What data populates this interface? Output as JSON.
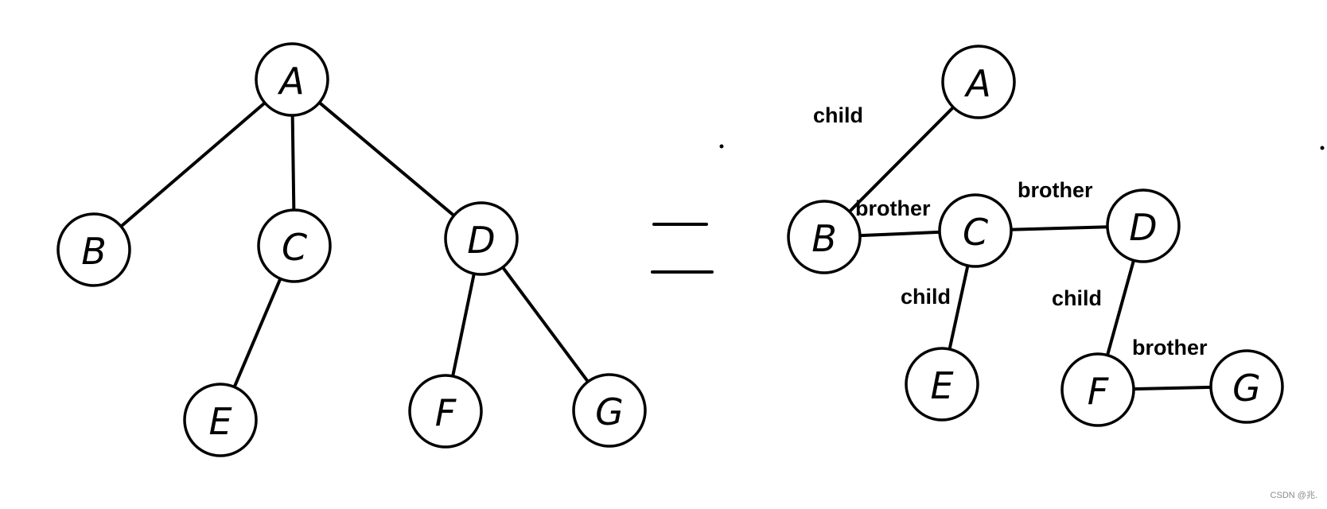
{
  "left_tree": {
    "nodes": [
      {
        "id": "A",
        "label": "A"
      },
      {
        "id": "B",
        "label": "B"
      },
      {
        "id": "C",
        "label": "C"
      },
      {
        "id": "D",
        "label": "D"
      },
      {
        "id": "E",
        "label": "E"
      },
      {
        "id": "F",
        "label": "F"
      },
      {
        "id": "G",
        "label": "G"
      }
    ],
    "edges": [
      {
        "from": "A",
        "to": "B"
      },
      {
        "from": "A",
        "to": "C"
      },
      {
        "from": "A",
        "to": "D"
      },
      {
        "from": "C",
        "to": "E"
      },
      {
        "from": "D",
        "to": "F"
      },
      {
        "from": "D",
        "to": "G"
      }
    ]
  },
  "equals_sign": "=",
  "right_tree": {
    "nodes": [
      {
        "id": "A",
        "label": "A"
      },
      {
        "id": "B",
        "label": "B"
      },
      {
        "id": "C",
        "label": "C"
      },
      {
        "id": "D",
        "label": "D"
      },
      {
        "id": "E",
        "label": "E"
      },
      {
        "id": "F",
        "label": "F"
      },
      {
        "id": "G",
        "label": "G"
      }
    ],
    "edges": [
      {
        "from": "A",
        "to": "B",
        "relation": "child"
      },
      {
        "from": "B",
        "to": "C",
        "relation": "brother"
      },
      {
        "from": "C",
        "to": "D",
        "relation": "brother"
      },
      {
        "from": "C",
        "to": "E",
        "relation": "child"
      },
      {
        "from": "D",
        "to": "F",
        "relation": "child"
      },
      {
        "from": "F",
        "to": "G",
        "relation": "brother"
      }
    ]
  },
  "watermark": "CSDN @兆."
}
